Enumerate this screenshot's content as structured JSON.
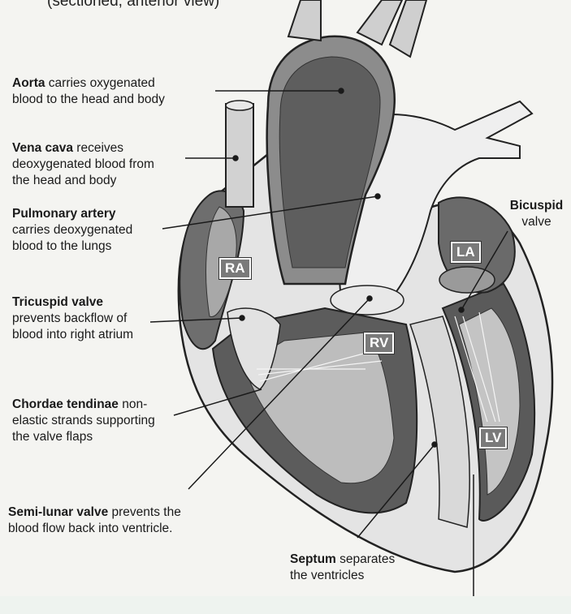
{
  "title": "(sectioned, anterior view)",
  "chambers": {
    "ra": "RA",
    "rv": "RV",
    "la": "LA",
    "lv": "LV"
  },
  "labels": {
    "aorta": {
      "term": "Aorta",
      "desc_1": " carries oxygenated",
      "desc_2": "blood to the head and body"
    },
    "vena_cava": {
      "term": "Vena cava",
      "desc_1": " receives",
      "desc_2": "deoxygenated blood from",
      "desc_3": "the head and body"
    },
    "pulmonary_artery": {
      "term": "Pulmonary artery",
      "desc_1": "carries deoxygenated",
      "desc_2": "blood to the lungs"
    },
    "tricuspid": {
      "term": "Tricuspid valve",
      "desc_1": "prevents backflow of",
      "desc_2": "blood into right atrium"
    },
    "chordae": {
      "term": "Chordae tendinae",
      "desc_1": " non-",
      "desc_2": "elastic strands supporting",
      "desc_3": "the valve flaps"
    },
    "semilunar": {
      "term": "Semi-lunar valve",
      "desc_1": " prevents the",
      "desc_2": "blood flow back into ventricle."
    },
    "septum": {
      "term": "Septum",
      "desc_1": " separates",
      "desc_2": "the ventricles"
    },
    "bicuspid": {
      "term_1": "Bicuspid",
      "term_2": "valve"
    }
  }
}
